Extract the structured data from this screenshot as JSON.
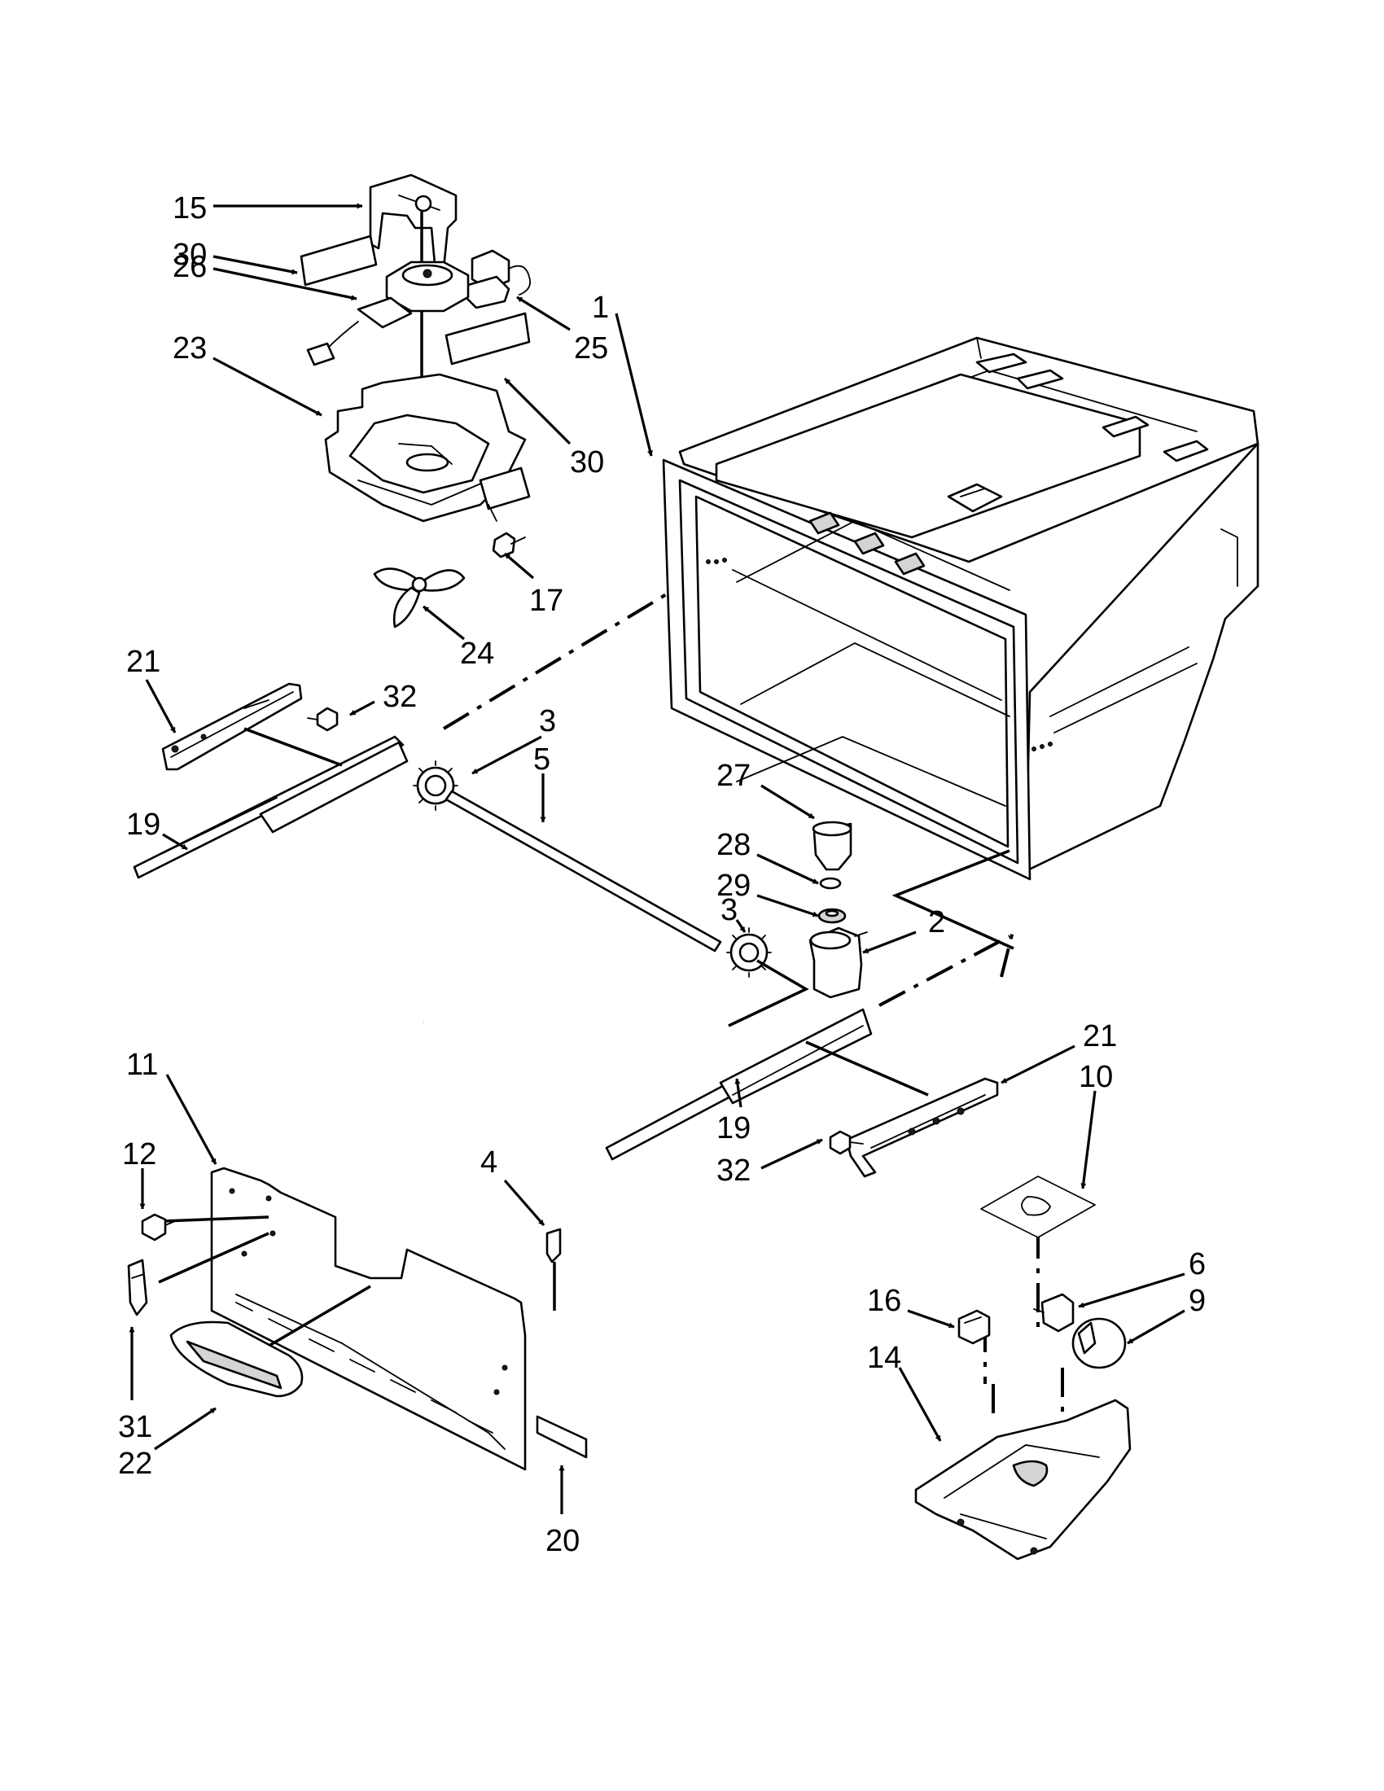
{
  "diagram": {
    "callouts": [
      {
        "id": "c-15",
        "text": "15"
      },
      {
        "id": "c-30a",
        "text": "30"
      },
      {
        "id": "c-26",
        "text": "26"
      },
      {
        "id": "c-23",
        "text": "23"
      },
      {
        "id": "c-25",
        "text": "25"
      },
      {
        "id": "c-30b",
        "text": "30"
      },
      {
        "id": "c-1",
        "text": "1"
      },
      {
        "id": "c-17",
        "text": "17"
      },
      {
        "id": "c-24",
        "text": "24"
      },
      {
        "id": "c-21a",
        "text": "21"
      },
      {
        "id": "c-32a",
        "text": "32"
      },
      {
        "id": "c-3a",
        "text": "3"
      },
      {
        "id": "c-5",
        "text": "5"
      },
      {
        "id": "c-19a",
        "text": "19"
      },
      {
        "id": "c-27",
        "text": "27"
      },
      {
        "id": "c-28",
        "text": "28"
      },
      {
        "id": "c-29",
        "text": "29"
      },
      {
        "id": "c-3b",
        "text": "3"
      },
      {
        "id": "c-2",
        "text": "2"
      },
      {
        "id": "c-21b",
        "text": "21"
      },
      {
        "id": "c-10",
        "text": "10"
      },
      {
        "id": "c-11",
        "text": "11"
      },
      {
        "id": "c-12",
        "text": "12"
      },
      {
        "id": "c-4",
        "text": "4"
      },
      {
        "id": "c-19b",
        "text": "19"
      },
      {
        "id": "c-32b",
        "text": "32"
      },
      {
        "id": "c-6",
        "text": "6"
      },
      {
        "id": "c-9",
        "text": "9"
      },
      {
        "id": "c-16",
        "text": "16"
      },
      {
        "id": "c-14",
        "text": "14"
      },
      {
        "id": "c-31",
        "text": "31"
      },
      {
        "id": "c-22",
        "text": "22"
      },
      {
        "id": "c-20",
        "text": "20"
      }
    ]
  }
}
